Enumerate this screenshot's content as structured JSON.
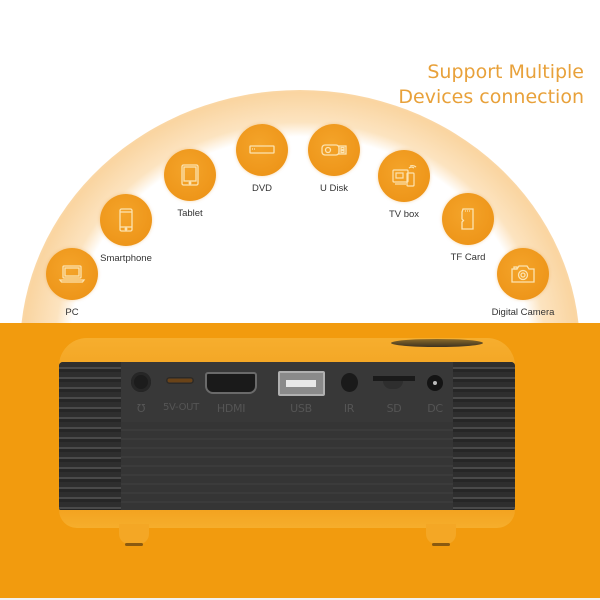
{
  "headline": {
    "line1": "Support Multiple",
    "line2": "Devices connection"
  },
  "devices": [
    {
      "label": "PC",
      "icon": "laptop-icon"
    },
    {
      "label": "Smartphone",
      "icon": "smartphone-icon"
    },
    {
      "label": "Tablet",
      "icon": "tablet-icon"
    },
    {
      "label": "DVD",
      "icon": "dvd-player-icon"
    },
    {
      "label": "U Disk",
      "icon": "usb-drive-icon"
    },
    {
      "label": "TV box",
      "icon": "tv-box-icon"
    },
    {
      "label": "TF Card",
      "icon": "sd-card-icon"
    },
    {
      "label": "Digital Camera",
      "icon": "camera-icon"
    }
  ],
  "ports": [
    {
      "label": "℧",
      "type": "audio-jack"
    },
    {
      "label": "5V-OUT",
      "type": "micro-usb"
    },
    {
      "label": "HDMI",
      "type": "hdmi"
    },
    {
      "label": "USB",
      "type": "usb-a"
    },
    {
      "label": "IR",
      "type": "ir-receiver"
    },
    {
      "label": "SD",
      "type": "sd-slot"
    },
    {
      "label": "DC",
      "type": "dc-power"
    }
  ],
  "colors": {
    "accent_orange": "#F29B0E",
    "icon_circle": "#EE961A",
    "title_text": "#E8A13A",
    "projector_shell": "#F4A725",
    "projector_body": "#3A3A3A"
  }
}
